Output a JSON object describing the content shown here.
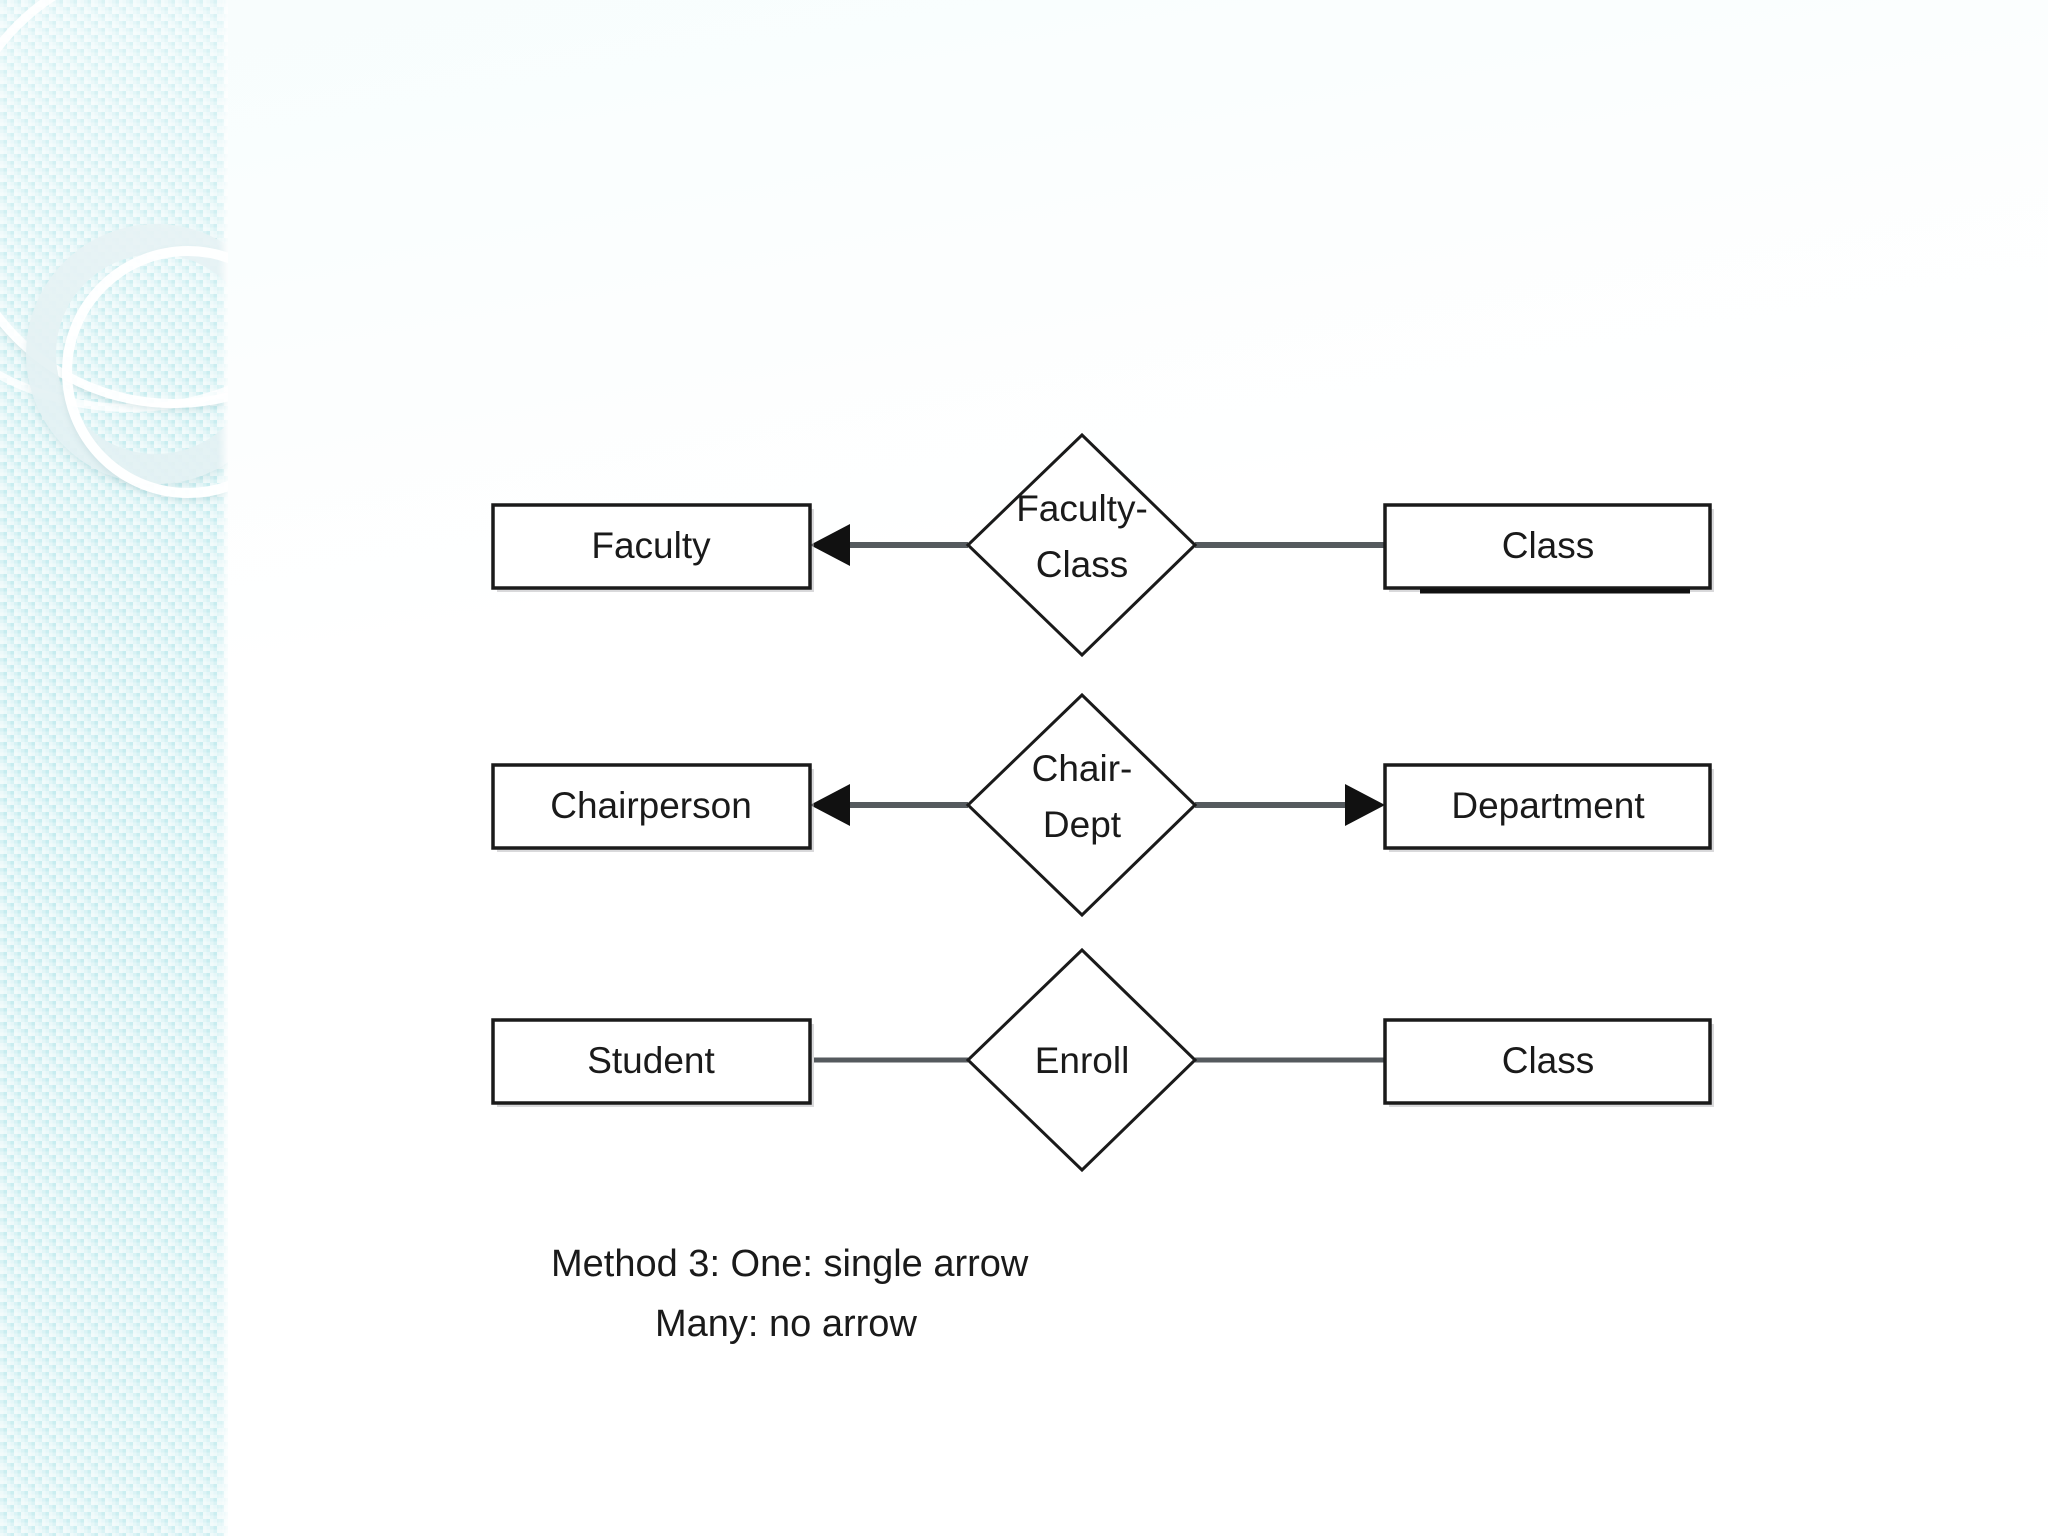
{
  "slide": {
    "background_color": "#ffffff",
    "sidebar": {
      "name": "decorative-sidebar",
      "base_color": "#c6ecef",
      "accent_color": "#e2f0f2",
      "ring_color": "#ffffff"
    }
  },
  "diagram": {
    "type": "entity-relationship-diagram",
    "notation": "Method 3",
    "line_color": "#3a3a3a",
    "box_fill": "#ffffff",
    "box_stroke": "#1a1a1a",
    "rows": [
      {
        "id": "row-faculty-class",
        "left_entity": "Faculty",
        "relationship": "Faculty-Class",
        "relationship_line1": "Faculty-",
        "relationship_line2": "Class",
        "right_entity": "Class",
        "left_arrow": "arrow",
        "right_arrow": "none",
        "cardinality": "one-to-many"
      },
      {
        "id": "row-chair-dept",
        "left_entity": "Chairperson",
        "relationship": "Chair-Dept",
        "relationship_line1": "Chair-",
        "relationship_line2": "Dept",
        "right_entity": "Department",
        "left_arrow": "arrow",
        "right_arrow": "arrow",
        "cardinality": "one-to-one"
      },
      {
        "id": "row-student-enroll-class",
        "left_entity": "Student",
        "relationship": "Enroll",
        "relationship_line1": "Enroll",
        "relationship_line2": "",
        "right_entity": "Class",
        "left_arrow": "none",
        "right_arrow": "none",
        "cardinality": "many-to-many"
      }
    ]
  },
  "caption": {
    "line1": "Method 3:  One: single arrow",
    "line2": "Many: no arrow"
  }
}
